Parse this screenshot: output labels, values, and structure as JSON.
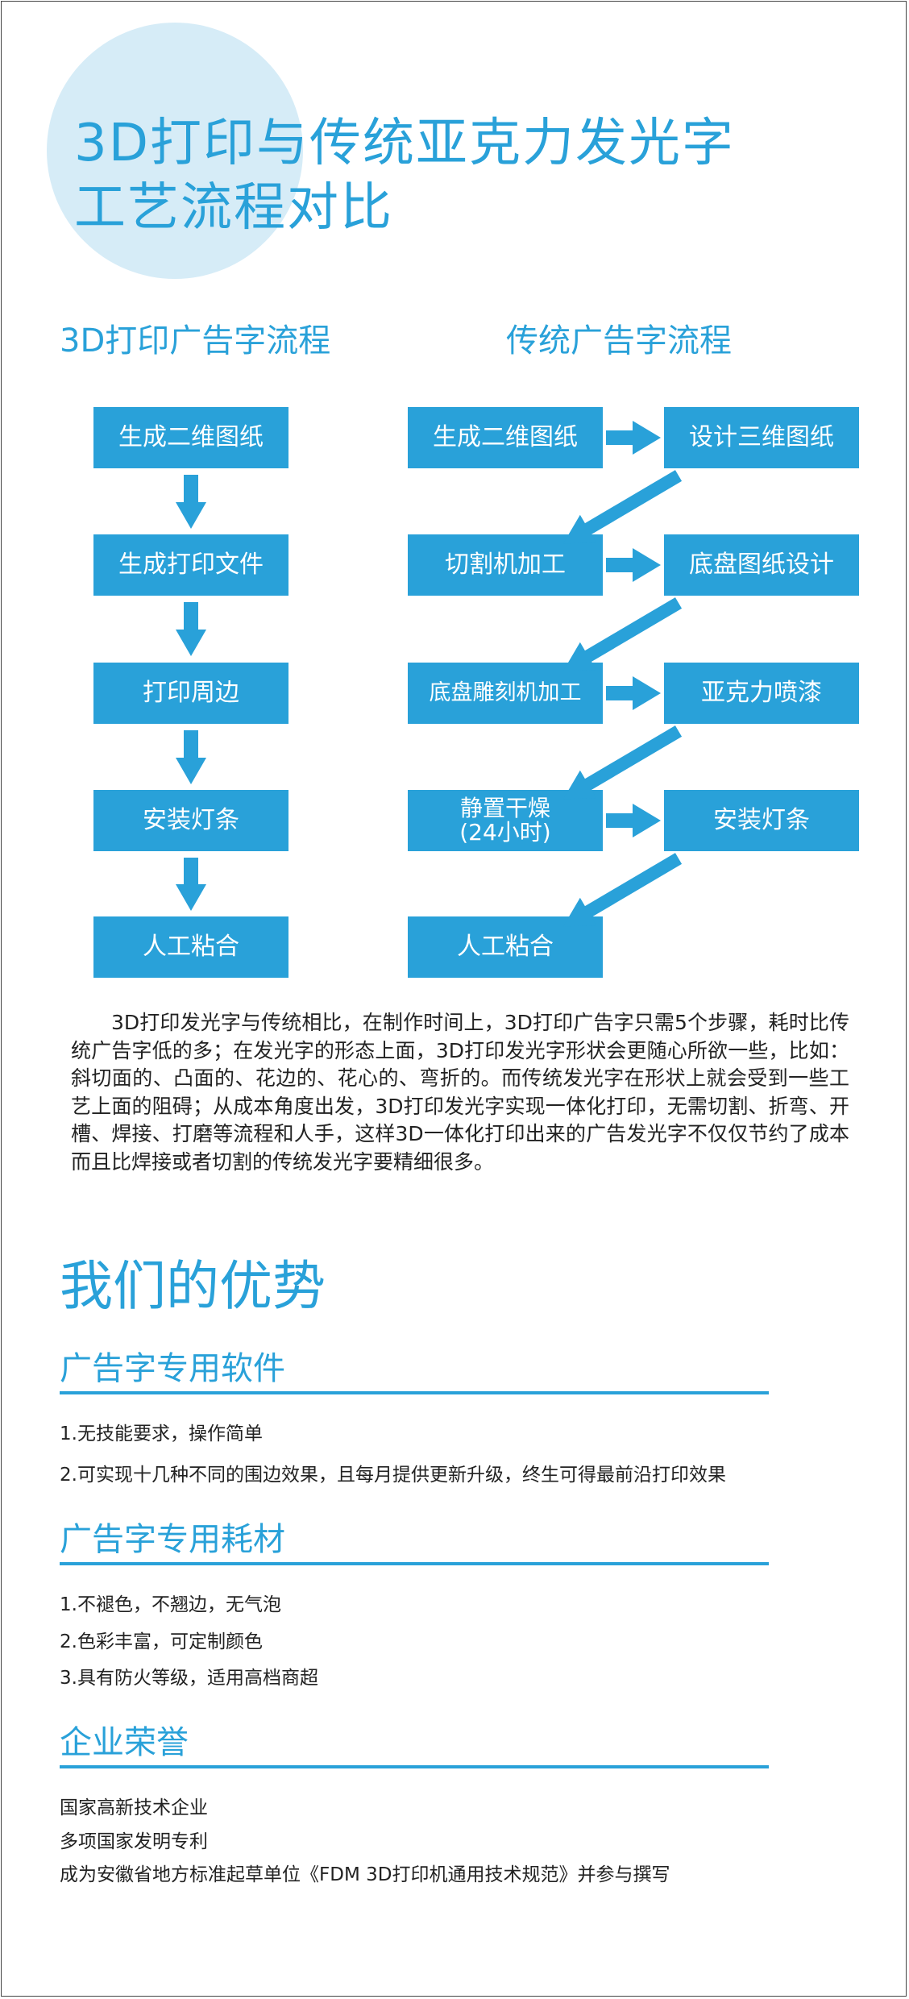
{
  "title": {
    "line1": "3D打印与传统亚克力发光字",
    "line2": "工艺流程对比"
  },
  "flow_3d": {
    "title": "3D打印广告字流程",
    "steps": [
      "生成二维图纸",
      "生成打印文件",
      "打印周边",
      "安装灯条",
      "人工粘合"
    ]
  },
  "flow_traditional": {
    "title": "传统广告字流程",
    "steps": [
      "生成二维图纸",
      "设计三维图纸",
      "切割机加工",
      "底盘图纸设计",
      "底盘雕刻机加工",
      "亚克力喷漆",
      "静置干燥\n(24小时)",
      "安装灯条",
      "人工粘合"
    ]
  },
  "comparison_text": "3D打印发光字与传统相比，在制作时间上，3D打印广告字只需5个步骤，耗时比传统广告字低的多；在发光字的形态上面，3D打印发光字形状会更随心所欲一些，比如：斜切面的、凸面的、花边的、花心的、弯折的。而传统发光字在形状上就会受到一些工艺上面的阻碍；从成本角度出发，3D打印发光字实现一体化打印，无需切割、折弯、开槽、焊接、打磨等流程和人手，这样3D一体化打印出来的广告发光字不仅仅节约了成本而且比焊接或者切割的传统发光字要精细很多。",
  "advantages": {
    "heading": "我们的优势",
    "software": {
      "title": "广告字专用软件",
      "items": [
        "1.无技能要求，操作简单",
        "2.可实现十几种不同的围边效果，且每月提供更新升级，终生可得最前沿打印效果"
      ]
    },
    "materials": {
      "title": "广告字专用耗材",
      "items": [
        "1.不褪色，不翘边，无气泡",
        "2.色彩丰富，可定制颜色",
        "3.具有防火等级，适用高档商超"
      ]
    },
    "honors": {
      "title": "企业荣誉",
      "items": [
        "国家高新技术企业",
        "多项国家发明专利",
        "成为安徽省地方标准起草单位《FDM 3D打印机通用技术规范》并参与撰写"
      ]
    }
  },
  "colors": {
    "accent": "#29a1d9",
    "circle": "#d6ecf7",
    "text": "#222222"
  }
}
